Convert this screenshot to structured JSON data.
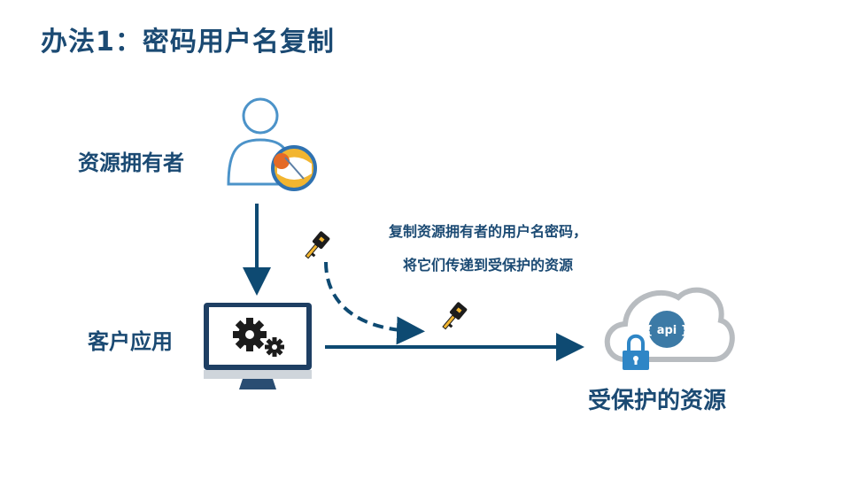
{
  "title": "办法1：密码用户名复制",
  "nodes": {
    "resource_owner": "资源拥有者",
    "client_app": "客户应用",
    "protected_resource": "受保护的资源"
  },
  "note": {
    "line1": "复制资源拥有者的用户名密码，",
    "line2": "将它们传递到受保护的资源"
  },
  "cloud_badge": "{ api }",
  "icons": [
    "user-icon",
    "browser-icon",
    "monitor-gears-icon",
    "key-icon",
    "cloud-api-icon",
    "lock-icon"
  ],
  "colors": {
    "primary": "#1b4a73",
    "arrow": "#0e4a72",
    "monitor": "#1e3f63",
    "badge": "#3c7aa6",
    "lock": "#2f86c6"
  }
}
